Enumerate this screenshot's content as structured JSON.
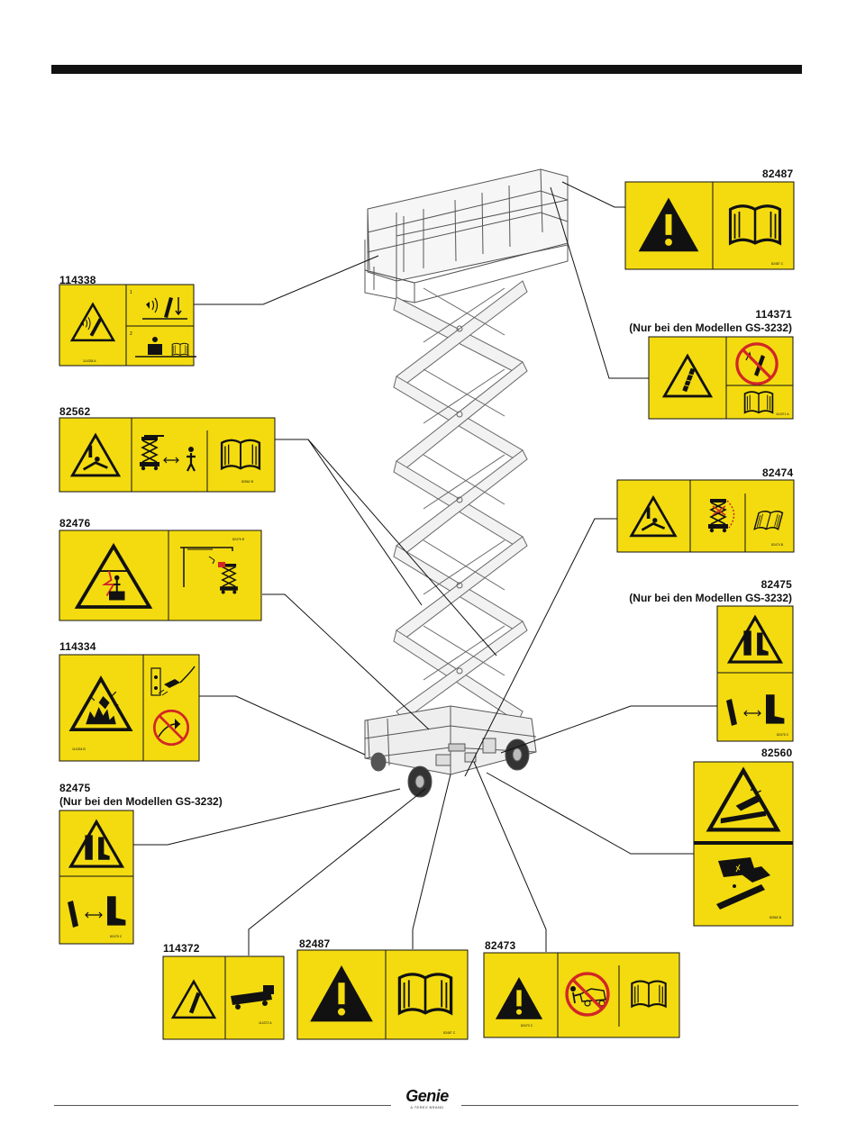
{
  "colors": {
    "decal_yellow": "#f3db10",
    "ink": "#111111",
    "machine_line": "#555555",
    "prohibit_red": "#d22626"
  },
  "decals": [
    {
      "id": "d82487a",
      "part_number": "82487",
      "note": "",
      "icons": [
        "warning-triangle-icon",
        "manual-book-icon"
      ],
      "code": "82487 C"
    },
    {
      "id": "d114338",
      "part_number": "114338",
      "note": "",
      "icons": [
        "tip-over-alarm-icon",
        "alarm-lowering-icon",
        "operator-manual-icon"
      ],
      "code": "114338 A"
    },
    {
      "id": "d114371",
      "part_number": "114371",
      "note": "(Nur bei den Modellen GS-3232)",
      "icons": [
        "tip-over-icon",
        "no-tilting-icon",
        "manual-book-icon"
      ],
      "code": "114371 A"
    },
    {
      "id": "d82562",
      "part_number": "82562",
      "note": "",
      "icons": [
        "crush-hazard-icon",
        "keep-clear-scissor-icon",
        "manual-book-icon"
      ],
      "code": "82562 B"
    },
    {
      "id": "d82474",
      "part_number": "82474",
      "note": "",
      "icons": [
        "crush-hazard-icon",
        "scissor-collapse-icon",
        "manual-book-icon"
      ],
      "code": "82474 B"
    },
    {
      "id": "d82476",
      "part_number": "82476",
      "note": "",
      "icons": [
        "electrocution-icon",
        "power-line-clearance-icon"
      ],
      "code": "82476 B"
    },
    {
      "id": "d82475a",
      "part_number": "82475",
      "note": "(Nur bei den Modellen GS-3232)",
      "icons": [
        "foot-crush-icon",
        "keep-feet-clear-icon"
      ],
      "code": "82475 C"
    },
    {
      "id": "d114334",
      "part_number": "114334",
      "note": "",
      "icons": [
        "explosion-fire-icon",
        "unplug-charger-icon",
        "no-cable-damage-icon"
      ],
      "code": "114334 B"
    },
    {
      "id": "d82560",
      "part_number": "82560",
      "note": "",
      "icons": [
        "pinch-hazard-icon",
        "pothole-guard-icon"
      ],
      "code": "82560 B"
    },
    {
      "id": "d82475b",
      "part_number": "82475",
      "note": "(Nur bei den Modellen GS-3232)",
      "icons": [
        "foot-crush-icon",
        "keep-feet-clear-icon"
      ],
      "code": "82475 C"
    },
    {
      "id": "d114372",
      "part_number": "114372",
      "note": "",
      "icons": [
        "tip-over-icon",
        "transport-truck-icon"
      ],
      "code": "114372 A"
    },
    {
      "id": "d82487b",
      "part_number": "82487",
      "note": "",
      "icons": [
        "warning-triangle-icon",
        "manual-book-icon"
      ],
      "code": "82487 C"
    },
    {
      "id": "d82473",
      "part_number": "82473",
      "note": "",
      "icons": [
        "warning-triangle-icon",
        "no-towing-icon",
        "manual-book-icon"
      ],
      "code": "82473 C"
    }
  ],
  "footer": {
    "brand": "Genie",
    "tagline": "A TEREX BRAND"
  }
}
